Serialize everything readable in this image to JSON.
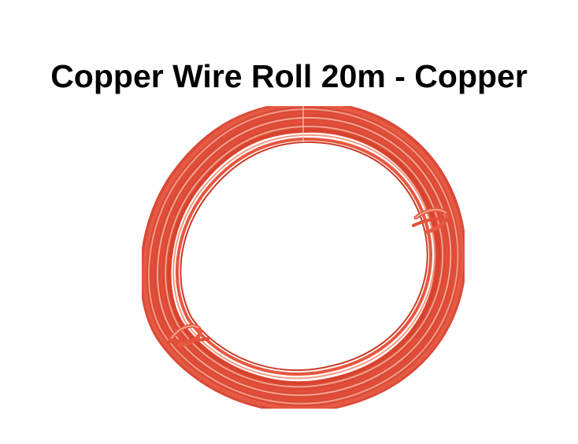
{
  "product": {
    "title": "Copper Wire Roll 20m - Copper",
    "image_subject": "coil of copper wire",
    "length": "20m",
    "color_name": "Copper"
  },
  "colors": {
    "background": "#ffffff",
    "title_text": "#000000",
    "wire_main": "#e8503a",
    "wire_dark": "#c8321f",
    "wire_highlight": "#f7a58f"
  }
}
